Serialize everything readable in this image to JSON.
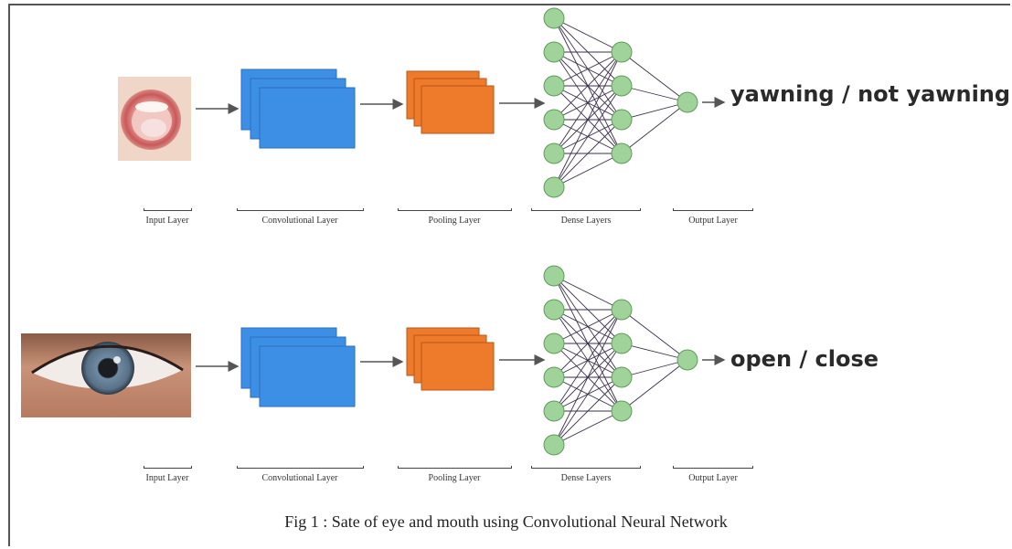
{
  "caption": "Fig 1 : Sate of eye and mouth using Convolutional Neural Network",
  "layer_labels": [
    "Input Layer",
    "Convolutional Layer",
    "Pooling Layer",
    "Dense Layers",
    "Output Layer"
  ],
  "rows": [
    {
      "input_image": "mouth-yawning-photo",
      "output_label": "yawning / not yawning"
    },
    {
      "input_image": "eye-photo",
      "output_label": "open / close"
    }
  ],
  "network": {
    "dense_layer_1_nodes": 6,
    "dense_layer_2_nodes": 4,
    "output_nodes": 1
  },
  "colors": {
    "conv": "#3d8fe6",
    "conv_edge": "#2a6fbf",
    "pool": "#ee7a2c",
    "pool_edge": "#b9571a",
    "node": "#9fd39a",
    "node_edge": "#5f9a5a",
    "edge": "#3a2f4a",
    "arrow": "#555555"
  }
}
